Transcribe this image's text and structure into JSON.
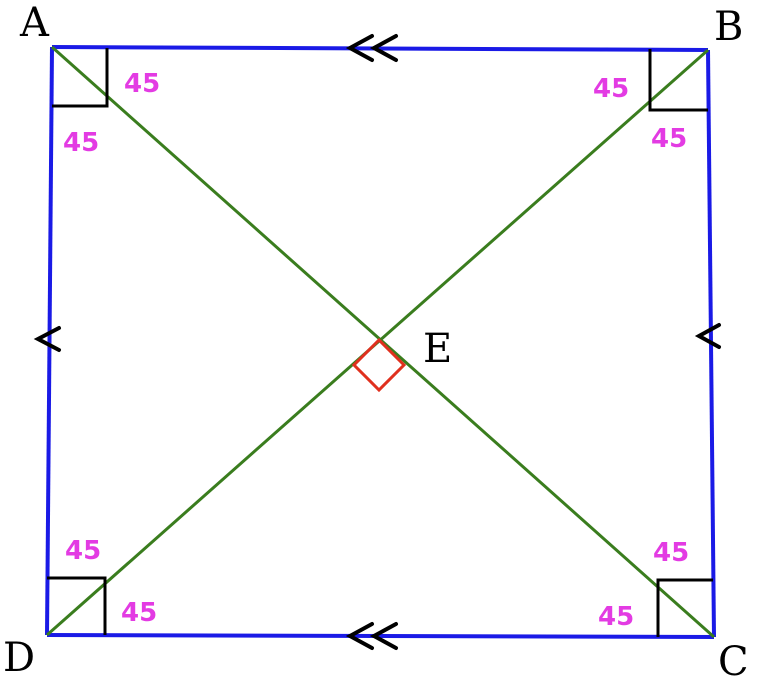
{
  "points": {
    "A": {
      "label": "A"
    },
    "B": {
      "label": "B"
    },
    "C": {
      "label": "C"
    },
    "D": {
      "label": "D"
    },
    "E": {
      "label": "E"
    }
  },
  "angles": {
    "a_right": "45",
    "a_down": "45",
    "b_left": "45",
    "b_down": "45",
    "d_up": "45",
    "d_right": "45",
    "c_up": "45",
    "c_left": "45"
  },
  "marks": {
    "parallel_top_bottom": "double-arrow",
    "parallel_left_right": "single-arrow",
    "corner_right_angles": [
      "A",
      "B",
      "C",
      "D"
    ],
    "center_right_angle": "E"
  },
  "colors": {
    "side": "#1a1ae6",
    "diagonal": "#3a7d1e",
    "right_angle_square": "#000000",
    "center_right_angle": "#e0301e",
    "angle_label": "#e33be3",
    "vertex_label": "#000000"
  }
}
